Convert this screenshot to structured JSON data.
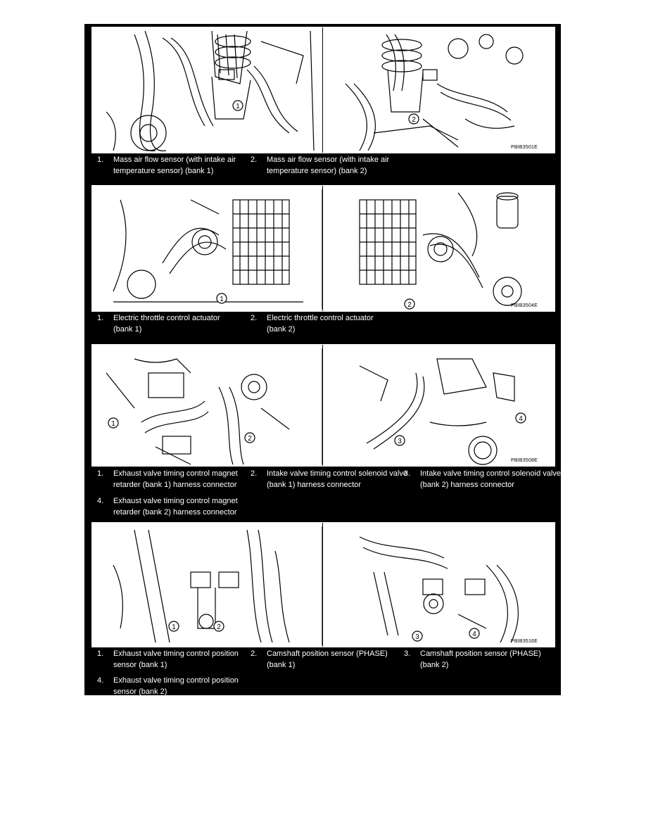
{
  "sections": [
    {
      "code": "PBIB3501E",
      "captions": [
        {
          "num": "1.",
          "text": "Mass air flow sensor (with intake air temperature sensor) (bank 1)"
        },
        {
          "num": "2.",
          "text": "Mass air flow sensor (with intake air temperature sensor) (bank 2)"
        }
      ]
    },
    {
      "code": "PBIB3504E",
      "captions": [
        {
          "num": "1.",
          "text": "Electric throttle control actuator (bank 1)"
        },
        {
          "num": "2.",
          "text": "Electric throttle control actuator (bank 2)"
        }
      ]
    },
    {
      "code": "PBIB3508E",
      "captions": [
        {
          "num": "1.",
          "text": "Exhaust valve timing control magnet retarder (bank 1) harness connector"
        },
        {
          "num": "2.",
          "text": "Intake valve timing control solenoid valve (bank 1) harness connector"
        },
        {
          "num": "3.",
          "text": "Intake valve timing control solenoid valve (bank 2) harness connector"
        },
        {
          "num": "4.",
          "text": "Exhaust valve timing control magnet retarder (bank 2) harness connector"
        }
      ]
    },
    {
      "code": "PBIB3516E",
      "captions": [
        {
          "num": "1.",
          "text": "Exhaust valve timing control position sensor (bank 1)"
        },
        {
          "num": "2.",
          "text": "Camshaft position sensor (PHASE) (bank 1)"
        },
        {
          "num": "3.",
          "text": "Camshaft position sensor (PHASE) (bank 2)"
        },
        {
          "num": "4.",
          "text": "Exhaust valve timing control position sensor (bank 2)"
        }
      ]
    }
  ],
  "callouts": [
    "1",
    "2",
    "1",
    "2",
    "1",
    "2",
    "3",
    "4",
    "1",
    "2",
    "3",
    "4"
  ]
}
